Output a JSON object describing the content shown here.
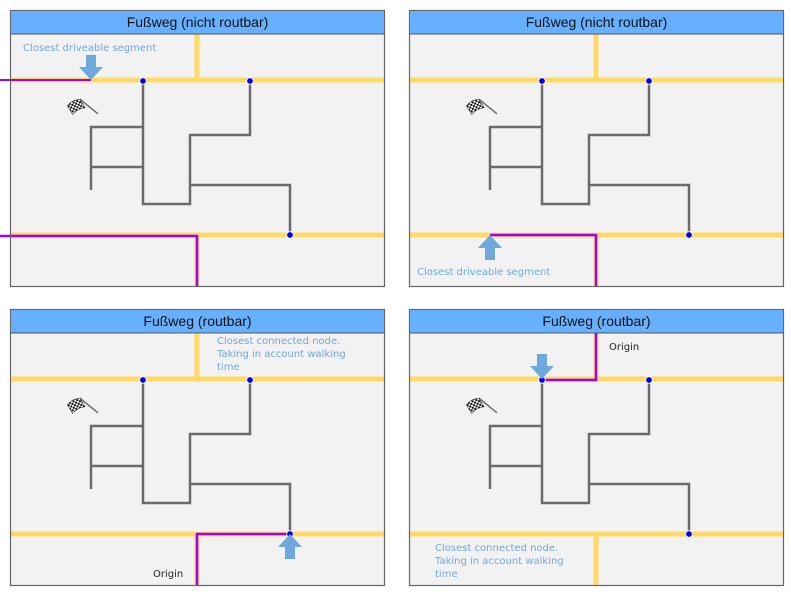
{
  "colors": {
    "header_fill": "#66b0ff",
    "panel_fill": "#f2f2f2",
    "panel_border": "#666666",
    "road": "#ffd966",
    "footpath": "#6b6b6b",
    "route": "#9900ff",
    "node": "#0000ee",
    "arrow": "#6fa8dc",
    "note_text": "#6fa8dc"
  },
  "panels": [
    {
      "title": "Fußweg (nicht routbar)",
      "annotation": [
        "Closest driveable segment"
      ],
      "origin_label": "",
      "arrow_direction": "down",
      "icon": "finish-flag-icon"
    },
    {
      "title": "Fußweg (nicht routbar)",
      "annotation": [
        "Closest driveable segment"
      ],
      "origin_label": "",
      "arrow_direction": "up",
      "icon": "finish-flag-icon"
    },
    {
      "title": "Fußweg (routbar)",
      "annotation": [
        "Closest connected node.",
        "Taking in account walking",
        "time"
      ],
      "origin_label": "Origin",
      "arrow_direction": "up",
      "icon": "finish-flag-icon"
    },
    {
      "title": "Fußweg (routbar)",
      "annotation": [
        "Closest connected node.",
        "Taking in account walking",
        "time"
      ],
      "origin_label": "Origin",
      "arrow_direction": "down",
      "icon": "finish-flag-icon"
    }
  ]
}
